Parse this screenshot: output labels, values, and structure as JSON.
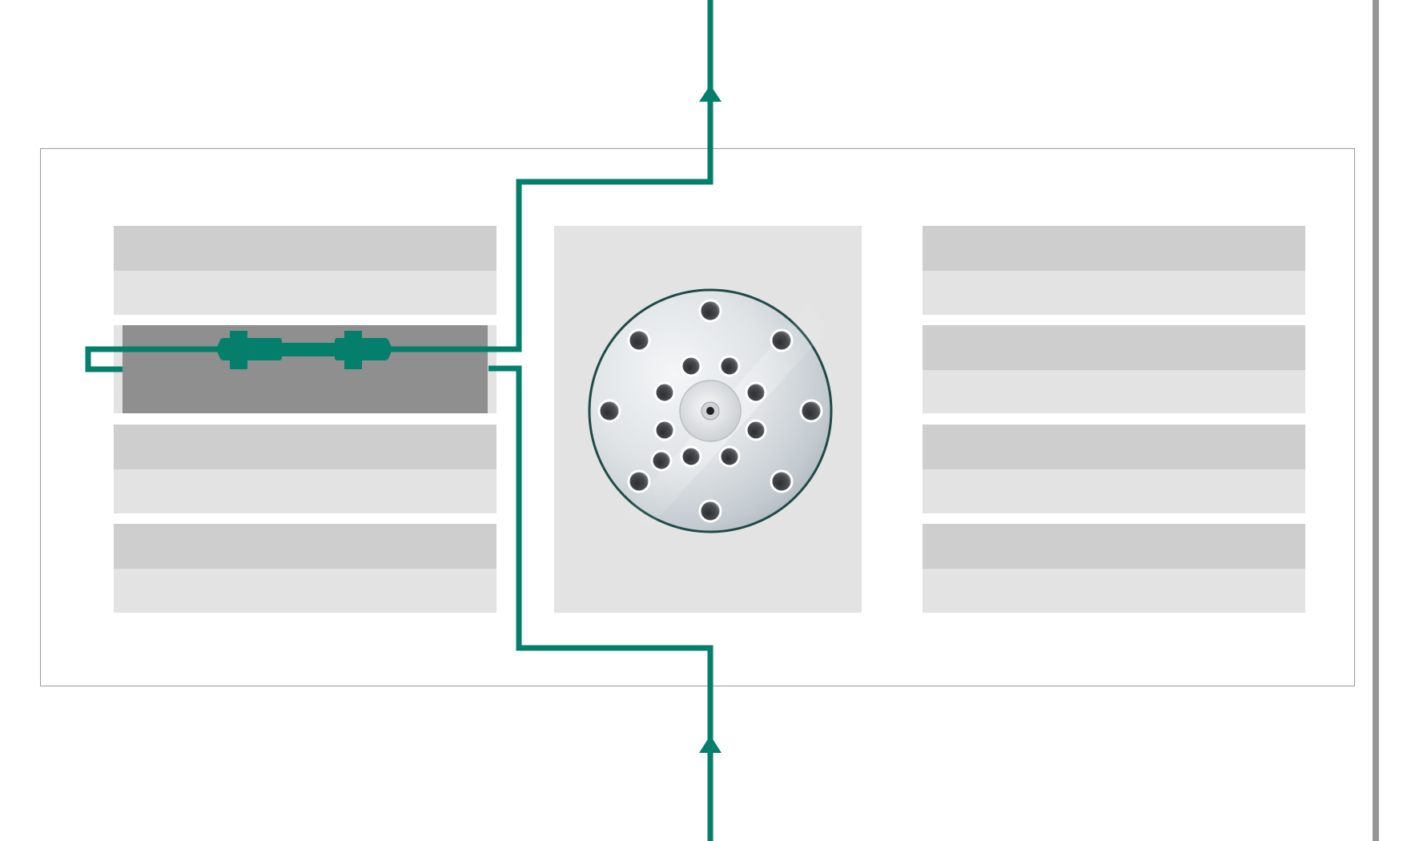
{
  "colors": {
    "flow_line": "#037f6b",
    "panel_border": "#9a9a9a",
    "slot_top": "#cecece",
    "slot_bottom": "#e3e3e3",
    "active_slot": "#8f8f8f",
    "center_panel": "#e3e3e3",
    "valve_rim": "#1f4a48",
    "right_bar": "#969696"
  },
  "icons": {
    "valve": "rotary-valve-icon",
    "arrow_out": "arrow-up-icon",
    "arrow_in": "arrow-up-icon",
    "column": "column-connector-icon"
  },
  "left_rack": {
    "slots": 4,
    "active_slot": 2
  },
  "right_rack": {
    "slots": 4
  }
}
